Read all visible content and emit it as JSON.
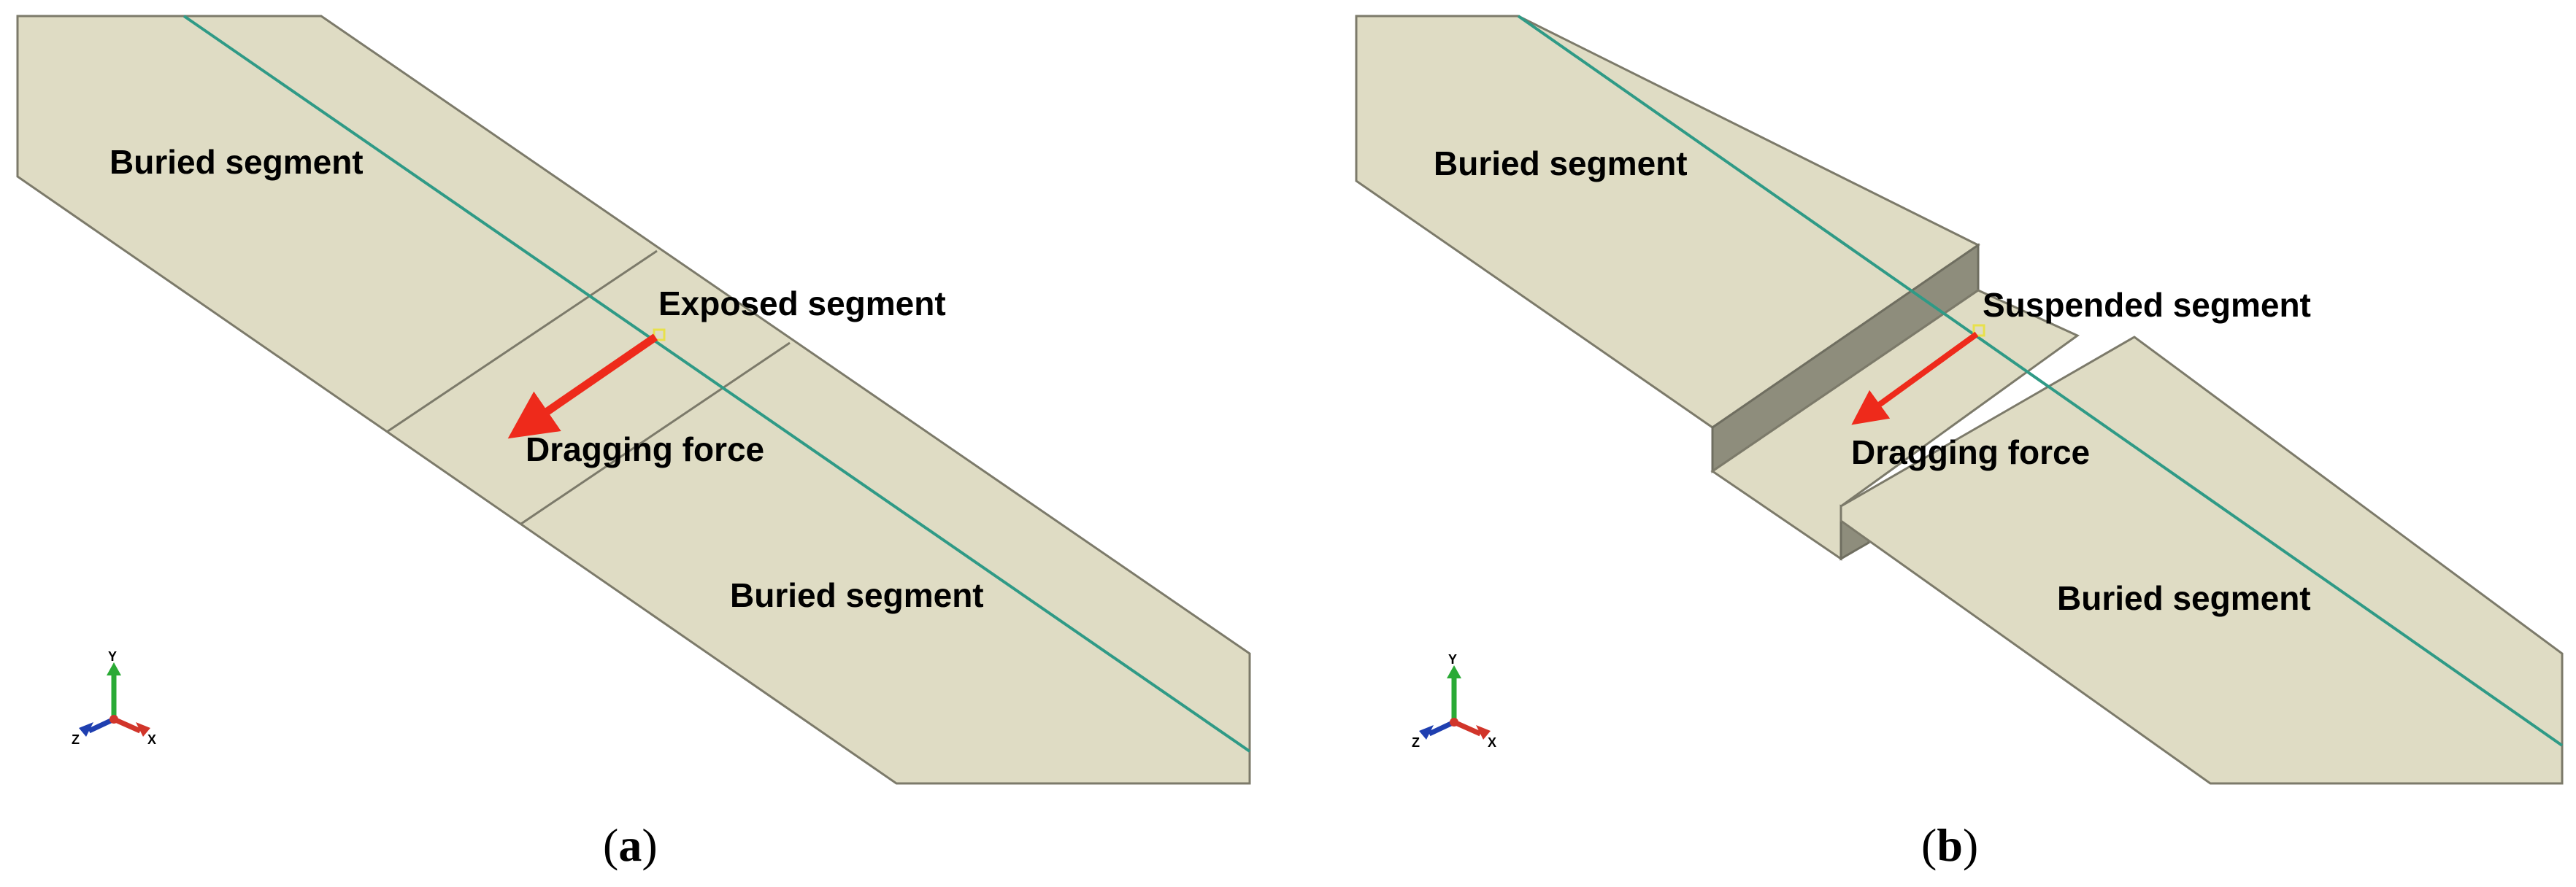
{
  "colors": {
    "soil_face": "#dfdcc4",
    "soil_wall": "#8e8d7c",
    "edge": "#7c7a6a",
    "pipeline": "#2f9a86",
    "force_arrow": "#ee2a1b",
    "axis_x": "#d1352a",
    "axis_y": "#2aaa35",
    "axis_z": "#1f3fb0",
    "marker": "#e8e14a"
  },
  "panel_a": {
    "labels": {
      "buried_top": "Buried segment",
      "exposed": "Exposed segment",
      "force": "Dragging force",
      "buried_bottom": "Buried segment"
    },
    "caption": {
      "open": "(",
      "letter": "a",
      "close": ")"
    },
    "axes": {
      "x": "X",
      "y": "Y",
      "z": "Z"
    },
    "icons": {
      "arrow": "red-force-arrow-icon",
      "triad": "xyz-axis-triad-icon"
    }
  },
  "panel_b": {
    "labels": {
      "buried_top": "Buried segment",
      "suspended": "Suspended segment",
      "force": "Dragging force",
      "buried_bottom": "Buried segment"
    },
    "caption": {
      "open": "(",
      "letter": "b",
      "close": ")"
    },
    "axes": {
      "x": "X",
      "y": "Y",
      "z": "Z"
    },
    "icons": {
      "arrow": "red-force-arrow-icon",
      "triad": "xyz-axis-triad-icon"
    }
  }
}
